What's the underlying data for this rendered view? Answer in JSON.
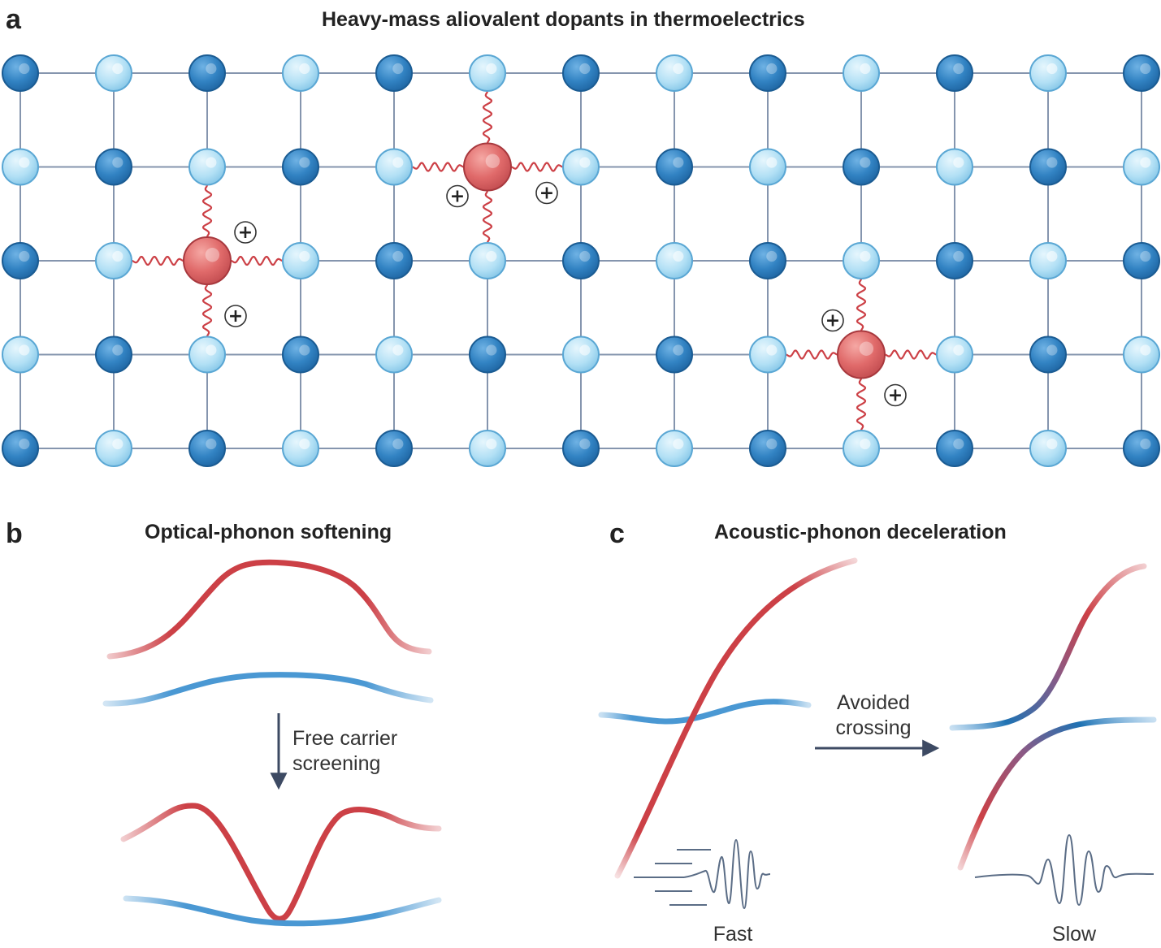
{
  "panel_a": {
    "letter": "a",
    "title": "Heavy-mass aliovalent dopants in thermoelectrics",
    "lattice": {
      "rows": 5,
      "cols": 13
    },
    "dopants": [
      {
        "row": 2,
        "col": 2
      },
      {
        "row": 1,
        "col": 5
      },
      {
        "row": 3,
        "col": 9
      }
    ],
    "charge_symbol": "+"
  },
  "panel_b": {
    "letter": "b",
    "title": "Optical-phonon softening",
    "arrow_label_line1": "Free carrier",
    "arrow_label_line2": "screening"
  },
  "panel_c": {
    "letter": "c",
    "title": "Acoustic-phonon deceleration",
    "arrow_label_line1": "Avoided",
    "arrow_label_line2": "crossing",
    "left_caption": "Fast",
    "right_caption": "Slow"
  },
  "colors": {
    "dark_atom": "#2f7fbd",
    "light_atom": "#a9daf3",
    "dopant": "#e06a6a",
    "red_curve": "#cc4046",
    "blue_curve": "#4a98d3",
    "bond": "#8595ae",
    "arrow": "#3d4a63"
  }
}
